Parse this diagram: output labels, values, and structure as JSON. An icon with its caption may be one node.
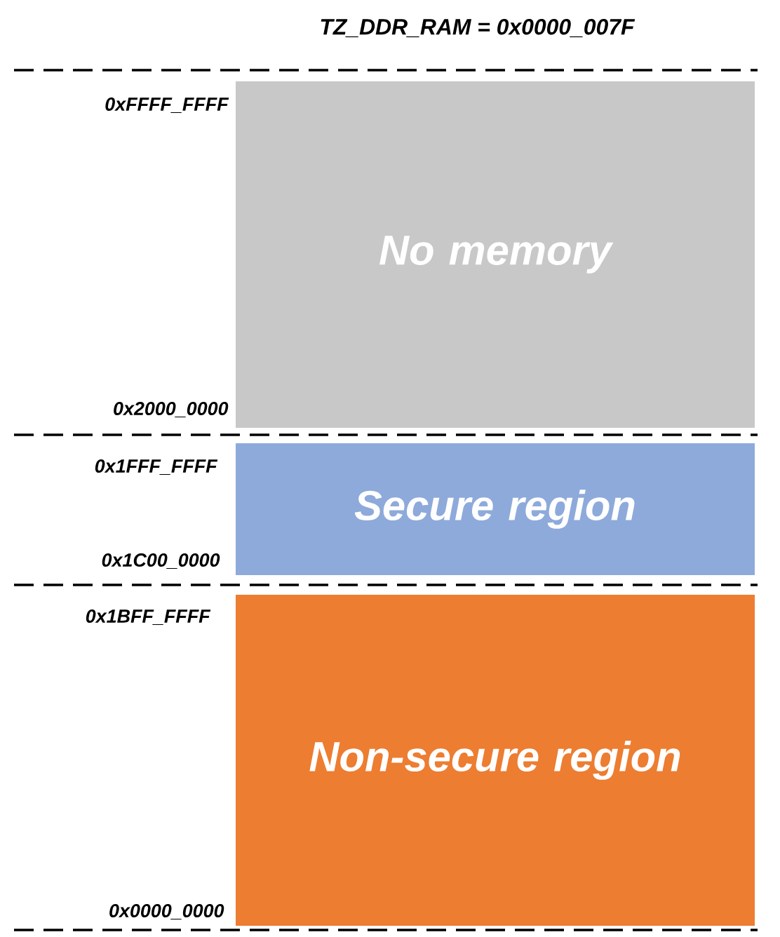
{
  "diagram": {
    "title": "TZ_DDR_RAM = 0x0000_007F",
    "nodes": [
      {
        "text": [
          "No memory"
        ]
      },
      {
        "text": [
          "Secure region"
        ]
      },
      {
        "text": [
          "Non-secure region"
        ]
      }
    ],
    "labels": [
      "0xFFFF_FFFF",
      "0x2000_0000",
      "0x1FFF_FFFF",
      "0x1C00_0000",
      "0x1BFF_FFFF",
      "0x0000_0000"
    ]
  }
}
